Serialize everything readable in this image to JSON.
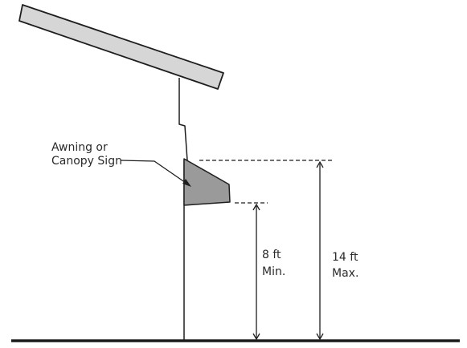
{
  "callout": {
    "line1": "Awning or",
    "line2": "Canopy Sign"
  },
  "min_clearance": {
    "value": "8 ft",
    "qualifier": "Min."
  },
  "max_height": {
    "value": "14 ft",
    "qualifier": "Max."
  },
  "colors": {
    "roof_fill": "#d6d6d6",
    "sign_fill": "#9a9a9a",
    "outline": "#1e1e1e",
    "ground": "#1a1a1a"
  }
}
